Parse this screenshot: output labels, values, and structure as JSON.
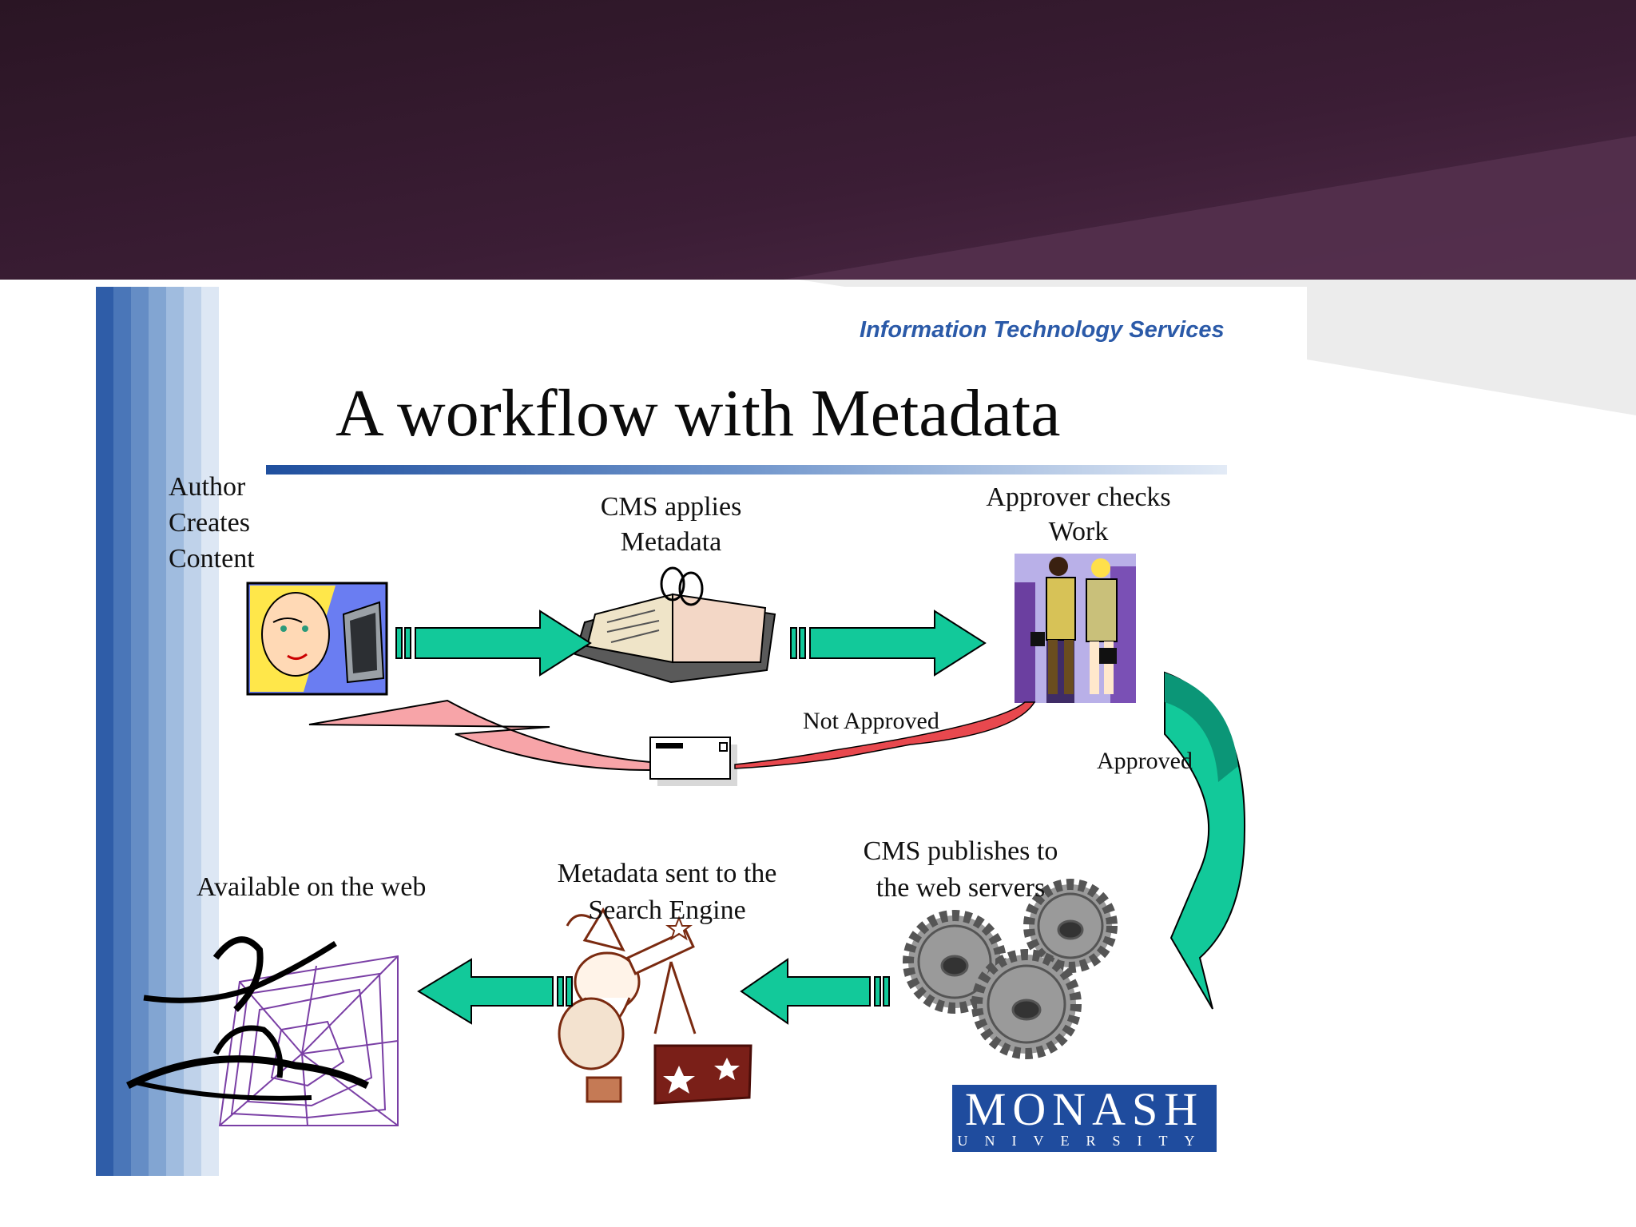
{
  "colors": {
    "header_dark": "#2a1524",
    "header_mid": "#4a2542",
    "accent_blue": "#2b5aa8",
    "arrow_green": "#12c99a",
    "arrow_red": "#e8484e",
    "logo_blue": "#1f4c9e"
  },
  "slide": {
    "org_name": "Information Technology Services",
    "title": "A workflow with Metadata"
  },
  "workflow": {
    "author_line1": "Author",
    "author_line2": "Creates",
    "author_line3": "Content",
    "cms_apply_line1": "CMS applies",
    "cms_apply_line2": "Metadata",
    "approver_line1": "Approver checks",
    "approver_line2": "Work",
    "not_approved": "Not Approved",
    "approved": "Approved",
    "publish_line1": "CMS publishes to",
    "publish_line2": "the web servers",
    "search_line1": "Metadata sent to the",
    "search_line2": "Search Engine",
    "available": "Available on the web"
  },
  "icons": [
    "author-computer-icon",
    "open-book-icon",
    "business-handshake-icon",
    "envelope-icon",
    "gears-icon",
    "wizard-telescope-icon",
    "web-spider-icon"
  ],
  "logo": {
    "word": "MONASH",
    "sub": "UNIVERSITY"
  }
}
